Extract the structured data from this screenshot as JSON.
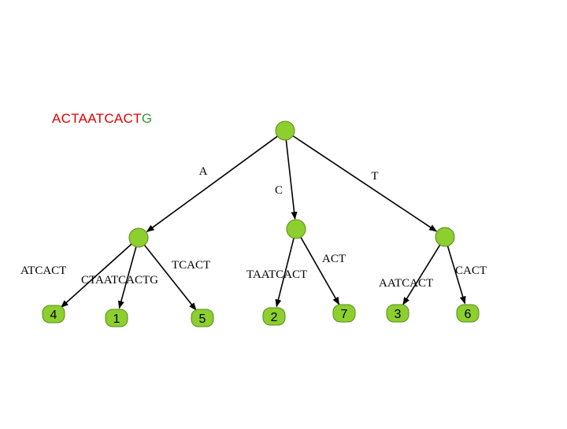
{
  "title": {
    "prefix": "ACTAATCACT",
    "suffix": "G",
    "prefix_color": "#e00000",
    "suffix_color": "#339933"
  },
  "colors": {
    "node_fill": "#8ccf2e",
    "node_stroke": "#5a8a1e",
    "leaf_fill": "#8ccf2e",
    "edge": "#000000"
  },
  "tree": {
    "root": {
      "id": "root"
    },
    "internal": [
      {
        "id": "nA",
        "parent_edge_label": "A"
      },
      {
        "id": "nC",
        "parent_edge_label": "C"
      },
      {
        "id": "nT",
        "parent_edge_label": "T"
      }
    ],
    "leaves": [
      {
        "id": "leaf-4",
        "label": "4",
        "parent": "nA",
        "edge_label": "ATCACT"
      },
      {
        "id": "leaf-1",
        "label": "1",
        "parent": "nA",
        "edge_label": "CTAATCACTG"
      },
      {
        "id": "leaf-5",
        "label": "5",
        "parent": "nA",
        "edge_label": "TCACT"
      },
      {
        "id": "leaf-2",
        "label": "2",
        "parent": "nC",
        "edge_label": "TAATCACT"
      },
      {
        "id": "leaf-7",
        "label": "7",
        "parent": "nC",
        "edge_label": "ACT"
      },
      {
        "id": "leaf-3",
        "label": "3",
        "parent": "nT",
        "edge_label": "AATCACT"
      },
      {
        "id": "leaf-6",
        "label": "6",
        "parent": "nT",
        "edge_label": "CACT"
      }
    ]
  }
}
